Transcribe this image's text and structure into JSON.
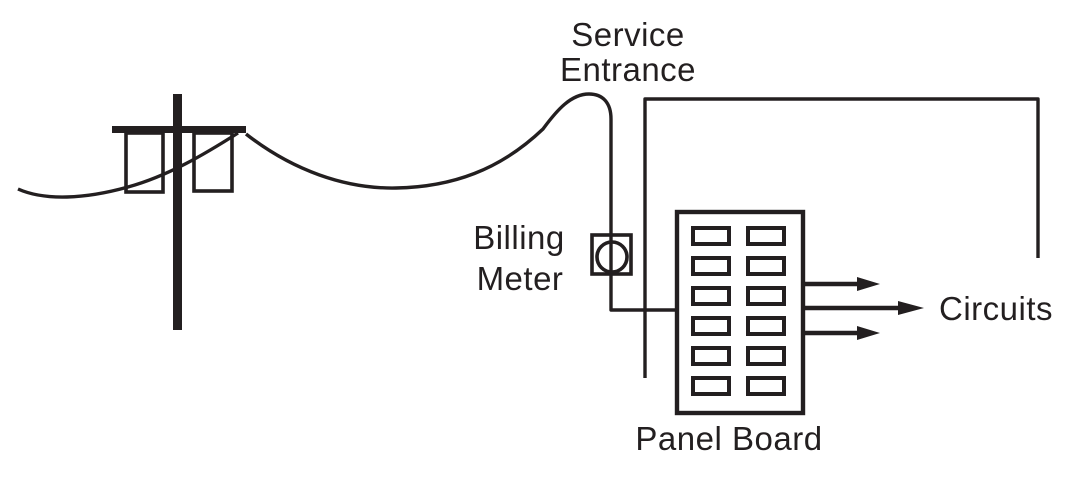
{
  "colors": {
    "ink": "#231f20",
    "background": "#ffffff"
  },
  "labels": {
    "service_entrance": {
      "line1": "Service",
      "line2": "Entrance"
    },
    "billing_meter": {
      "line1": "Billing",
      "line2": "Meter"
    },
    "panel_board": "Panel Board",
    "circuits": "Circuits"
  },
  "symbols": {
    "utility_pole": "pole-with-crossarm",
    "pole_transformer_count": 2,
    "billing_meter": "circle-in-square",
    "panel_board": {
      "breaker_rows": 6,
      "breaker_columns": 2
    },
    "circuit_arrow_count": 3
  }
}
